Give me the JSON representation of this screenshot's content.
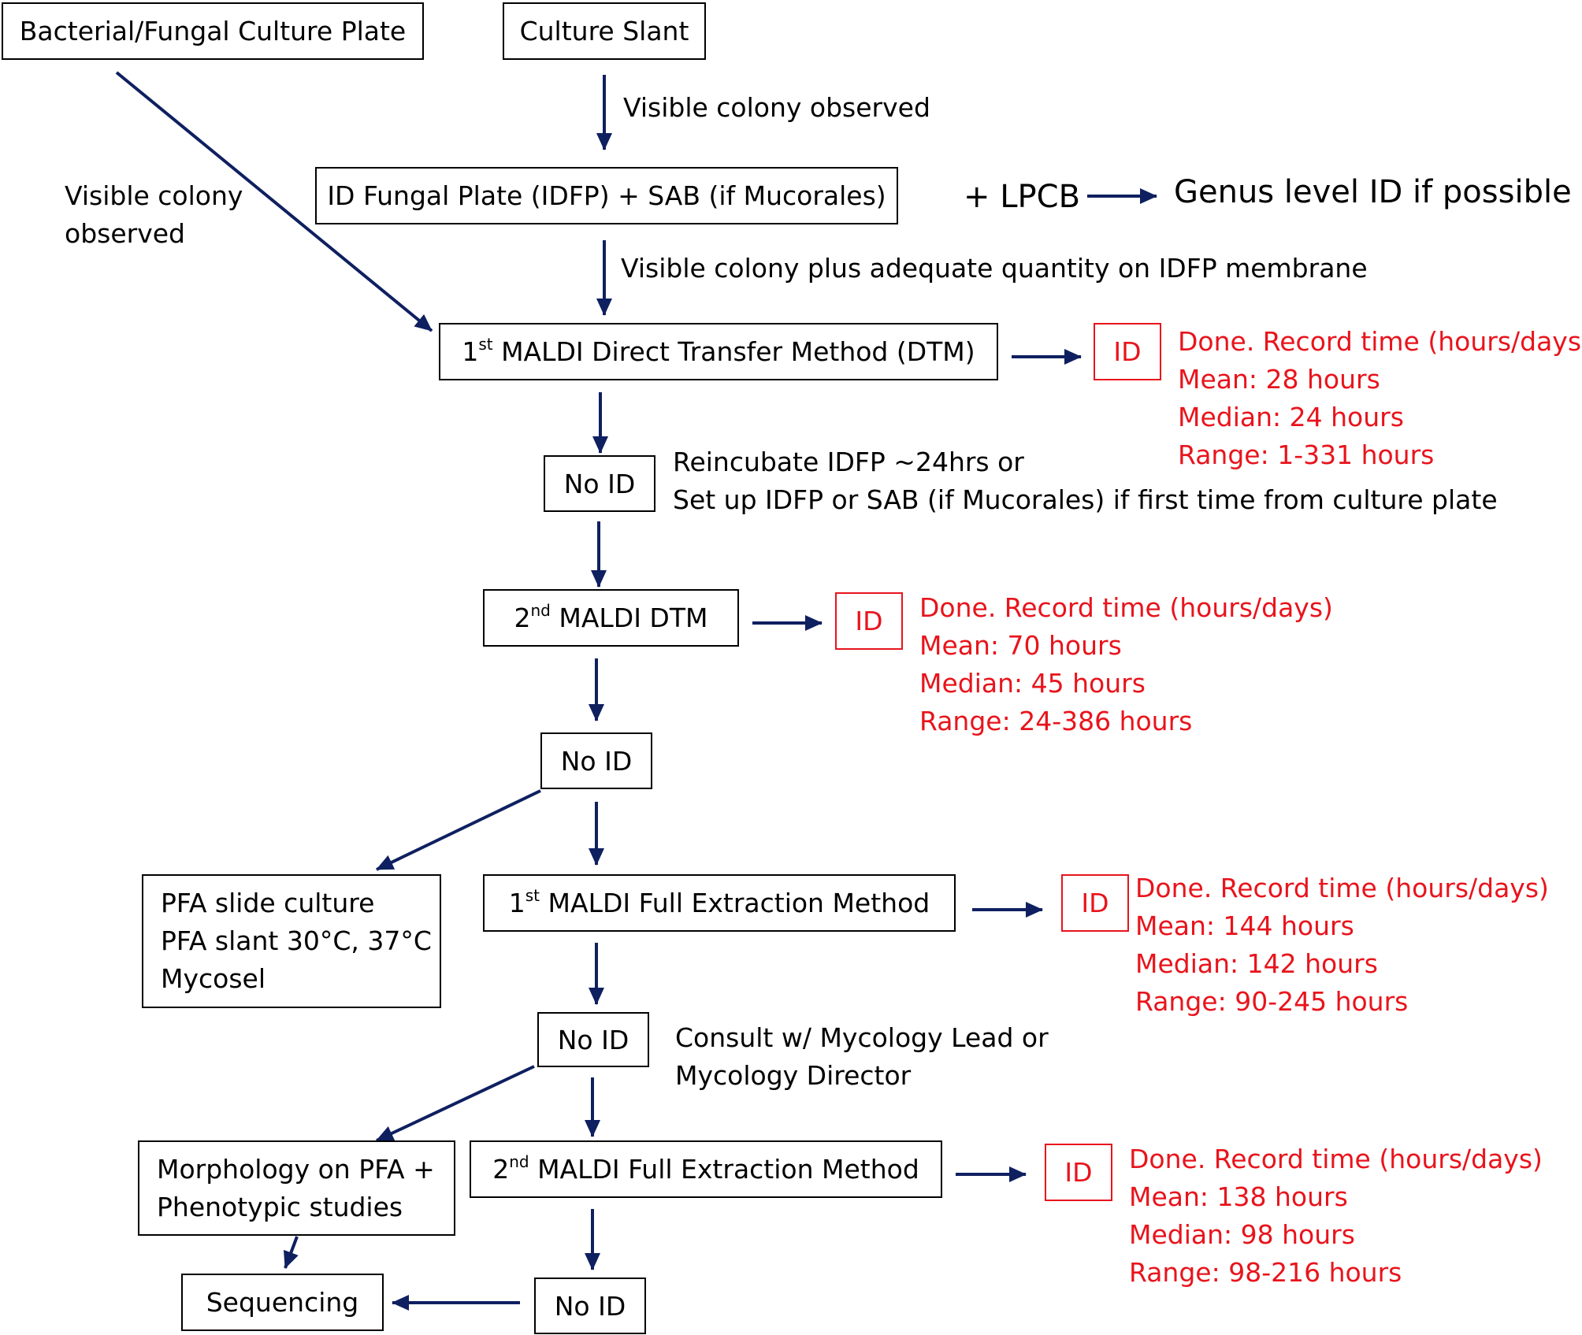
{
  "nodes": {
    "culture_plate": "Bacterial/Fungal Culture Plate",
    "culture_slant": "Culture Slant",
    "idfp": "ID Fungal Plate (IDFP) + SAB (if Mucorales)",
    "lpcb": "+ LPCB",
    "genus_id": "Genus level ID if possible",
    "dtm1": {
      "ordinal": "1",
      "suffix": "st",
      "text": " MALDI Direct Transfer Method (DTM)"
    },
    "no_id_1": "No ID",
    "dtm2": {
      "ordinal": "2",
      "suffix": "nd",
      "text": " MALDI DTM"
    },
    "no_id_2": "No ID",
    "pfa": [
      "PFA slide culture",
      "PFA slant 30°C, 37°C",
      "Mycosel"
    ],
    "fem1": {
      "ordinal": "1",
      "suffix": "st",
      "text": " MALDI Full Extraction Method"
    },
    "no_id_3": "No ID",
    "morphology": [
      "Morphology on PFA +",
      "Phenotypic studies"
    ],
    "fem2": {
      "ordinal": "2",
      "suffix": "nd",
      "text": " MALDI Full Extraction Method"
    },
    "sequencing": "Sequencing",
    "no_id_4": "No ID"
  },
  "labels": {
    "visible_colony_top": "Visible colony observed",
    "visible_colony_left": [
      "Visible colony",
      "observed"
    ],
    "visible_colony_idfp": "Visible colony plus adequate quantity on IDFP membrane",
    "reincubate": [
      "Reincubate IDFP ~24hrs or",
      "Set up IDFP or SAB (if Mucorales) if first time from culture plate"
    ],
    "consult": [
      "Consult w/ Mycology Lead or",
      "Mycology Director"
    ]
  },
  "results": [
    {
      "id": "ID",
      "lines": [
        "Done. Record time (hours/days)",
        "Mean: 28 hours",
        "Median: 24 hours",
        "Range: 1-331 hours"
      ]
    },
    {
      "id": "ID",
      "lines": [
        "Done. Record time (hours/days)",
        "Mean: 70 hours",
        "Median: 45 hours",
        "Range: 24-386 hours"
      ]
    },
    {
      "id": "ID",
      "lines": [
        "Done. Record time (hours/days)",
        "Mean: 144 hours",
        "Median: 142 hours",
        "Range: 90-245 hours"
      ]
    },
    {
      "id": "ID",
      "lines": [
        "Done. Record time (hours/days)",
        "Mean: 138 hours",
        "Median: 98 hours",
        "Range: 98-216 hours"
      ]
    }
  ],
  "colors": {
    "arrow": "#0f2060",
    "result": "#e8141c",
    "box_border": "#000000"
  }
}
